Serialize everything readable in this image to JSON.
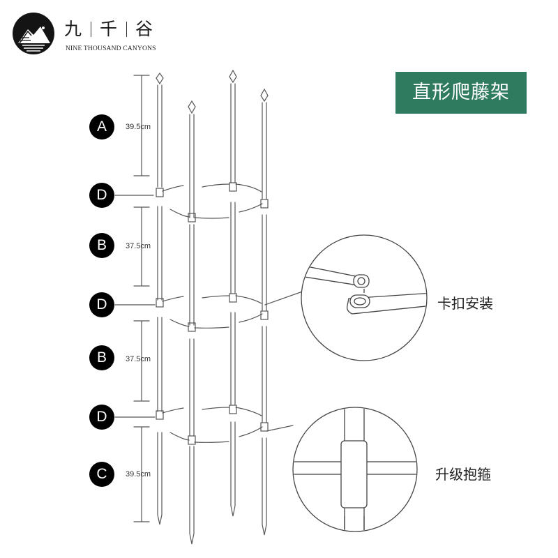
{
  "brand": {
    "name_parts": [
      "九",
      "千",
      "谷"
    ],
    "english": "NINE THOUSAND CANYONS"
  },
  "title": "直形爬藤架",
  "parts": [
    {
      "tag": "A",
      "length": "39.5cm"
    },
    {
      "tag": "D"
    },
    {
      "tag": "B",
      "length": "37.5cm"
    },
    {
      "tag": "D"
    },
    {
      "tag": "B",
      "length": "37.5cm"
    },
    {
      "tag": "D"
    },
    {
      "tag": "C",
      "length": "39.5cm"
    }
  ],
  "details": {
    "clip": "卡扣安装",
    "hoop": "升级抱箍"
  },
  "colors": {
    "badge": "#2e7b5f",
    "tag": "#000000",
    "line": "#555555"
  }
}
